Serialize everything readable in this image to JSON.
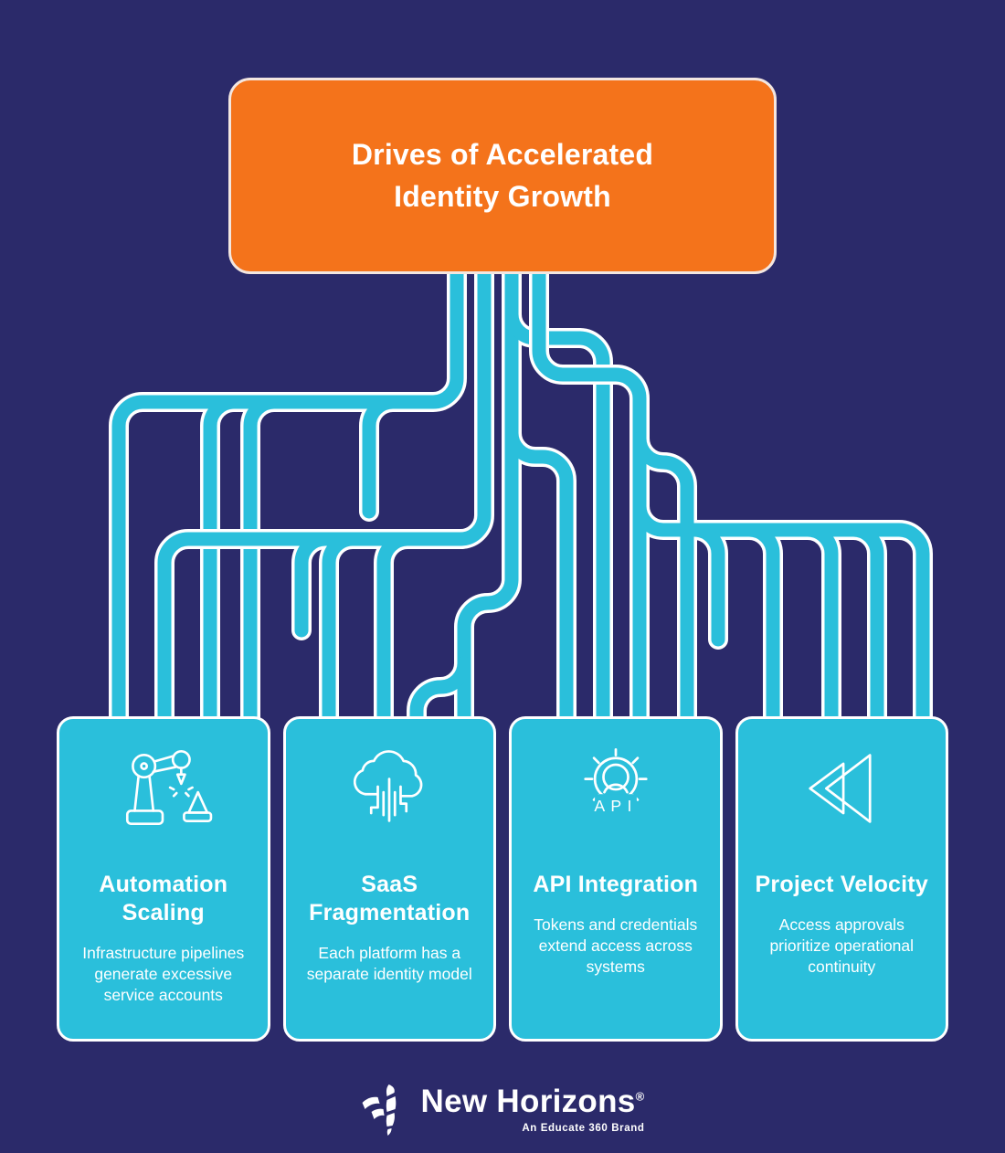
{
  "title": {
    "line1": "Drives of Accelerated",
    "line2": "Identity Growth"
  },
  "cards": [
    {
      "icon": "robot-arm-icon",
      "heading": "Automation Scaling",
      "body": "Infrastructure pipelines generate excessive service accounts"
    },
    {
      "icon": "cloud-circuit-icon",
      "heading": "SaaS Fragmentation",
      "body": "Each platform has a separate identity model"
    },
    {
      "icon": "gear-api-icon",
      "heading": "API Integration",
      "body": "Tokens and credentials extend access across systems",
      "icon_label": "API"
    },
    {
      "icon": "rewind-arrows-icon",
      "heading": "Project Velocity",
      "body": "Access approvals prioritize operational continuity"
    }
  ],
  "footer": {
    "brand": "New Horizons",
    "registered": "®",
    "tagline": "An Educate 360 Brand"
  },
  "colors": {
    "background": "#2B2A6A",
    "banner_orange": "#F4731B",
    "circuit_cyan": "#2ABFDB",
    "card_cyan": "#2ABFDB",
    "text_white": "#FFFFFF"
  }
}
